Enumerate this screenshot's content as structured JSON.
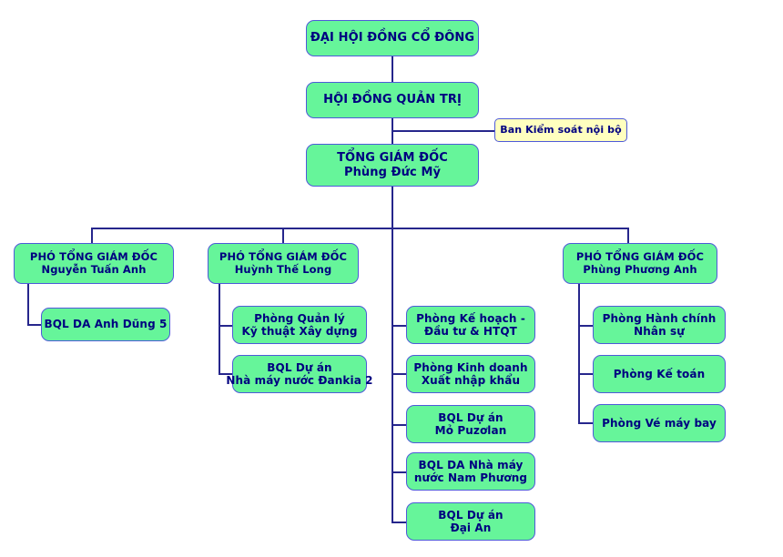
{
  "chart_data": {
    "type": "diagram",
    "title": "Sơ đồ tổ chức",
    "colors": {
      "node_fill": "#66f59a",
      "node_border": "#4e5ad8",
      "node_text": "#000080",
      "audit_fill": "#ffffbf",
      "connector": "#26268c",
      "background": "#ffffff"
    }
  },
  "nodes": {
    "shareholders": {
      "line1": "ĐẠI HỘI ĐỒNG CỔ ĐÔNG"
    },
    "board": {
      "line1": "HỘI ĐỒNG QUẢN TRỊ"
    },
    "audit": {
      "line1": "Ban Kiểm soát nội bộ"
    },
    "ceo": {
      "line1": "TỔNG GIÁM ĐỐC",
      "line2": "Phùng Đức Mỹ"
    },
    "deputy1": {
      "line1": "PHÓ TỔNG GIÁM ĐỐC",
      "line2": "Nguyễn Tuấn Anh"
    },
    "deputy2": {
      "line1": "PHÓ TỔNG GIÁM ĐỐC",
      "line2": "Huỳnh Thế Long"
    },
    "deputy3": {
      "line1": "PHÓ TỔNG GIÁM ĐỐC",
      "line2": "Phùng Phương Anh"
    },
    "d1_unit1": {
      "line1": "BQL DA Anh Dũng 5"
    },
    "d2_unit1": {
      "line1": "Phòng Quản lý",
      "line2": "Kỹ thuật Xây dựng"
    },
    "d2_unit2": {
      "line1": "BQL Dự án",
      "line2": "Nhà máy nước Đankia 2"
    },
    "c_unit1": {
      "line1": "Phòng Kế hoạch -",
      "line2": "Đầu tư & HTQT"
    },
    "c_unit2": {
      "line1": "Phòng Kinh doanh",
      "line2": "Xuất nhập khẩu"
    },
    "c_unit3": {
      "line1": "BQL Dự án",
      "line2": "Mỏ Puzơlan"
    },
    "c_unit4": {
      "line1": "BQL DA Nhà máy",
      "line2": "nước Nam Phương"
    },
    "c_unit5": {
      "line1": "BQL Dự án",
      "line2": "Đại An"
    },
    "d3_unit1": {
      "line1": "Phòng Hành chính",
      "line2": "Nhân sự"
    },
    "d3_unit2": {
      "line1": "Phòng Kế toán"
    },
    "d3_unit3": {
      "line1": "Phòng Vé máy bay"
    }
  }
}
